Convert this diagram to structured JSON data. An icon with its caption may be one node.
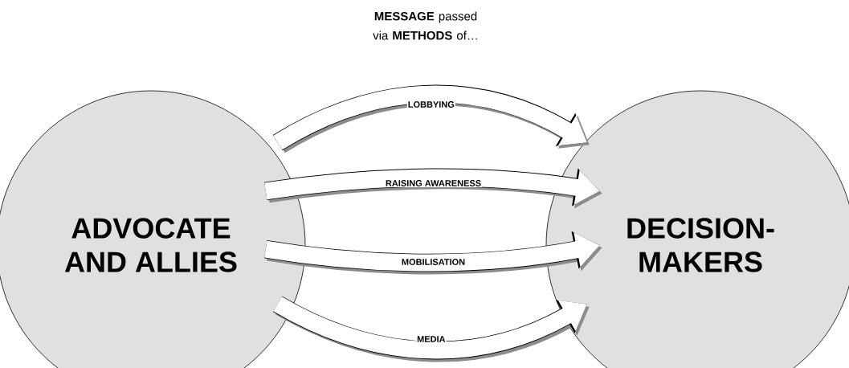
{
  "diagram": {
    "title": "**MESSAGE** passed via **METHODS** of…",
    "nodes": [
      {
        "text": [
          "ADVOCATE AND ALLIES"
        ]
      },
      {
        "text": [
          "DECISION-MAKERS"
        ]
      }
    ],
    "edges": [
      {
        "from": 0,
        "to": 1,
        "arrow": "to",
        "label": "LOBBYING"
      },
      {
        "from": 0,
        "to": 1,
        "arrow": "to",
        "label": "RAISING AWARENESS"
      },
      {
        "from": 0,
        "to": 1,
        "arrow": "to",
        "label": "MOBILISATION"
      },
      {
        "from": 0,
        "to": 1,
        "arrow": "to",
        "label": "MEDIA"
      }
    ]
  }
}
